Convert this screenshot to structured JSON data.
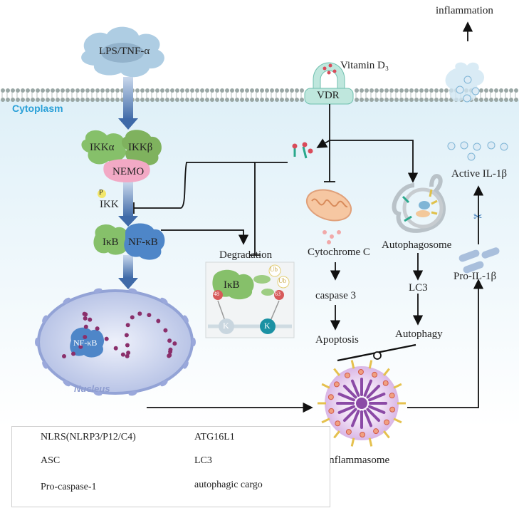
{
  "labels": {
    "inflammation": "inflammation",
    "lps_tnf": "LPS/TNF-α",
    "vitamin_d3": "Vitamin D₃",
    "vdr": "VDR",
    "cytoplasm": "Cytoplasm",
    "ikk_alpha": "IKKα",
    "ikk_beta": "IKKβ",
    "nemo": "NEMO",
    "p": "P",
    "ikk": "IKK",
    "ikb": "IκB",
    "nfkb": "NF-κB",
    "degradation": "Degradation",
    "ikb_deg": "IκB",
    "ub1": "Ub",
    "ub2": "Ub",
    "k48": "48",
    "k63": "63",
    "k_a": "K",
    "k_b": "K",
    "cytochrome_c": "Cytochrome C",
    "caspase3": "caspase 3",
    "apoptosis": "Apoptosis",
    "autophagosome": "Autophagosome",
    "lc3": "LC3",
    "autophagy": "Autophagy",
    "active_il1b": "Active IL-1β",
    "pro_il1b": "Pro-IL-1β",
    "nfkb_nucleus": "NF-κB",
    "nucleus": "Nucleus",
    "inflammasome": "inflammasome"
  },
  "legend": [
    {
      "icon": "nlrs-icon",
      "label": "NLRS(NLRP3/P12/C4)"
    },
    {
      "icon": "atg16l1-icon",
      "label": "ATG16L1"
    },
    {
      "icon": "asc-icon",
      "label": "ASC"
    },
    {
      "icon": "lc3-icon",
      "label": "LC3"
    },
    {
      "icon": "pro-caspase-icon",
      "label": "Pro-caspase-1"
    },
    {
      "icon": "cargo-icon",
      "label": "autophagic cargo"
    }
  ],
  "colors": {
    "membrane": "#9aa7a5",
    "cytoplasm": "#eef7fb",
    "ikk_green": "#7fbf63",
    "nemo_pink": "#f2a9c5",
    "nfkb_blue": "#4e86c8",
    "nucleus": "#c8d3ee",
    "inflammasome_purple": "#8b4aa6",
    "vdr": "#bfe7dd",
    "cytoplasm_text": "#2aa0d8"
  }
}
